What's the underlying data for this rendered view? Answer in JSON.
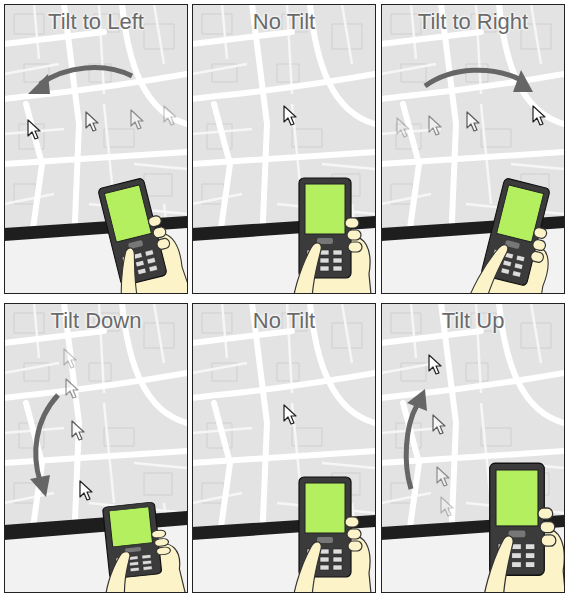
{
  "diagram": {
    "nodes": [
      {
        "text": [
          "Tilt to Left"
        ]
      },
      {
        "text": [
          "No Tilt"
        ]
      },
      {
        "text": [
          "Tilt to Right"
        ]
      },
      {
        "text": [
          "Tilt Down"
        ]
      },
      {
        "text": [
          "No Tilt"
        ]
      },
      {
        "text": [
          "Tilt Up"
        ]
      }
    ]
  }
}
